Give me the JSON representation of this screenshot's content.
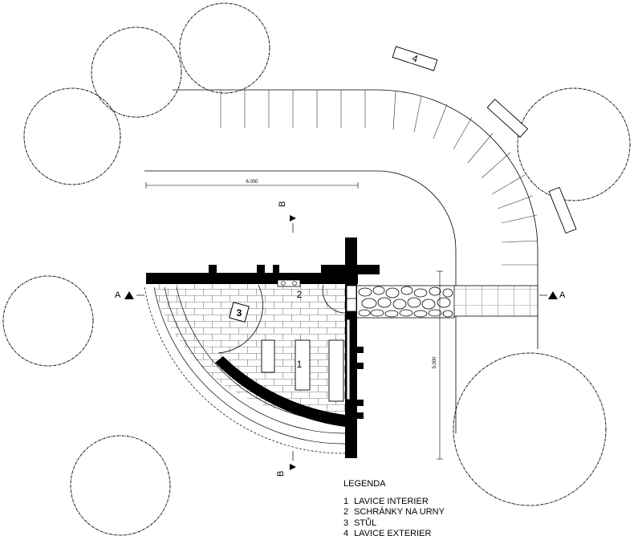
{
  "labels": {
    "room_1": "1",
    "room_2": "2",
    "room_3": "3",
    "room_4": "4",
    "section_a_left": "A",
    "section_a_right": "A",
    "section_b_top": "B",
    "section_b_bottom": "B",
    "dim_horizontal": "6.000",
    "dim_vertical": "5.000"
  },
  "legend": {
    "title": "LEGENDA",
    "items": [
      {
        "num": "1",
        "text": "LAVICE INTERIER"
      },
      {
        "num": "2",
        "text": "SCHRÁNKY NA URNY"
      },
      {
        "num": "3",
        "text": "STŮL"
      },
      {
        "num": "4",
        "text": "LAVICE EXTERIER"
      }
    ]
  }
}
